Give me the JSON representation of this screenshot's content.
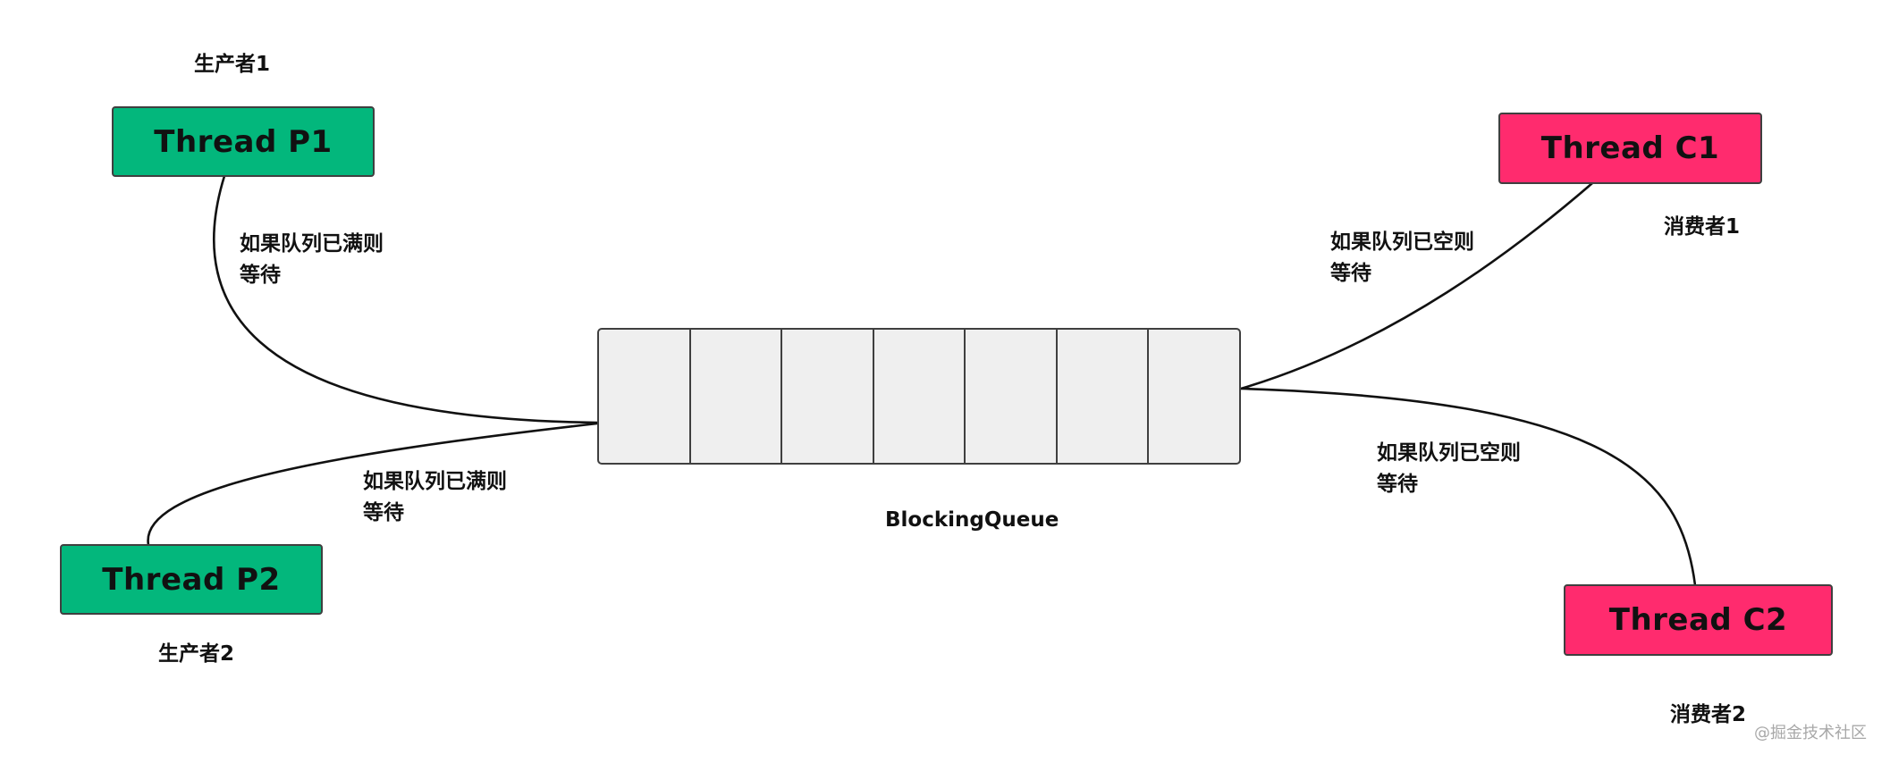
{
  "producers": [
    {
      "thread_label": "Thread P1",
      "role_label": "生产者1",
      "wait_condition": [
        "如果队列已满则",
        "等待"
      ]
    },
    {
      "thread_label": "Thread P2",
      "role_label": "生产者2",
      "wait_condition": [
        "如果队列已满则",
        "等待"
      ]
    }
  ],
  "consumers": [
    {
      "thread_label": "Thread C1",
      "role_label": "消费者1",
      "wait_condition": [
        "如果队列已空则",
        "等待"
      ]
    },
    {
      "thread_label": "Thread C2",
      "role_label": "消费者2",
      "wait_condition": [
        "如果队列已空则",
        "等待"
      ]
    }
  ],
  "queue": {
    "label": "BlockingQueue",
    "slot_count": 7
  },
  "watermark": "@掘金技术社区",
  "colors": {
    "producer": "#03b77c",
    "consumer": "#ff2b6e",
    "queue_fill": "#efefef",
    "border": "#3f3f3f"
  }
}
